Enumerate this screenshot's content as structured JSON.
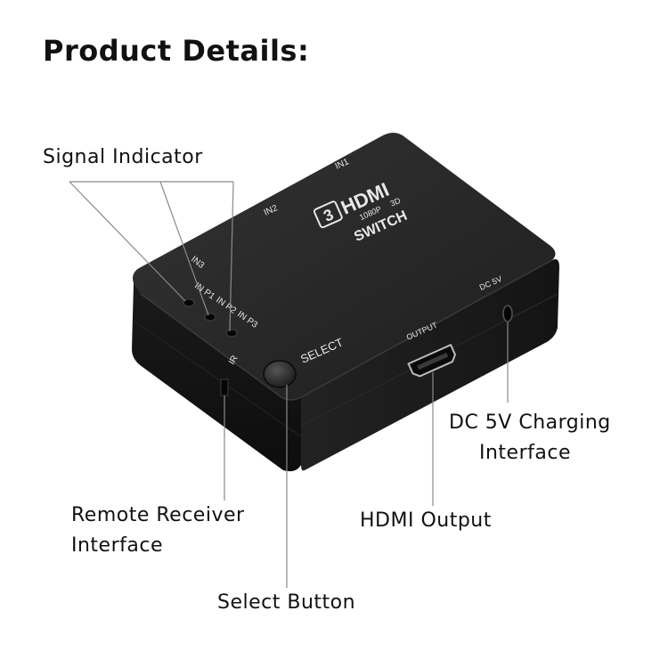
{
  "title": "Product Details:",
  "callouts": {
    "signal_indicator": "Signal Indicator",
    "dc_charging": [
      "DC 5V Charging",
      "Interface"
    ],
    "remote_receiver": [
      "Remote Receiver",
      "Interface"
    ],
    "hdmi_output": "HDMI Output",
    "select_button": "Select Button"
  },
  "device": {
    "brand_number": "3",
    "brand_name": "HDMI",
    "brand_spec": "1080P",
    "brand_3d": "3D",
    "brand_model": "SWITCH",
    "port_in1": "IN1",
    "port_in2": "IN2",
    "port_in3": "IN3",
    "led_p1": "IN P1",
    "led_p2": "IN P2",
    "led_p3": "IN P3",
    "ir": "IR",
    "select": "SELECT",
    "output": "OUTPUT",
    "dc": "DC 5V"
  },
  "colors": {
    "device_body": "#1b1b1b",
    "device_top": "#2a2a2a",
    "leader_line": "#888888",
    "text": "#111111"
  }
}
